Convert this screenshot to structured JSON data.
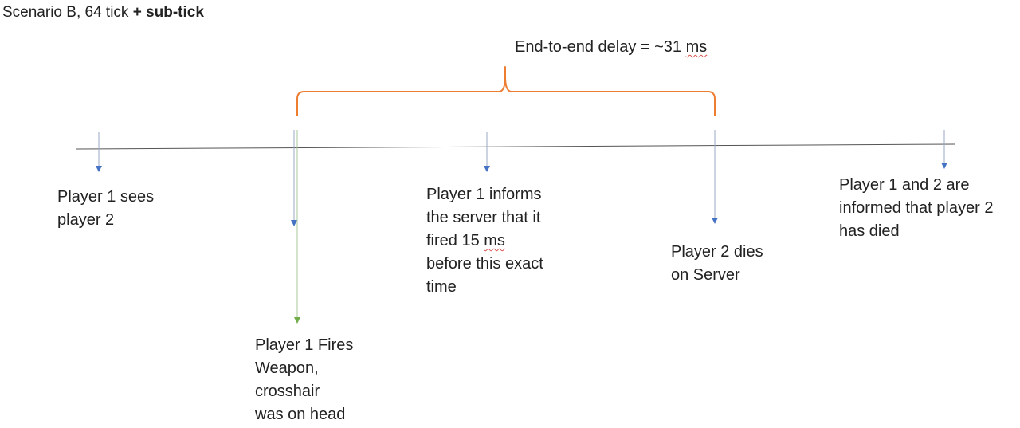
{
  "title": {
    "prefix": "Scenario B, 64 tick ",
    "bold": "+ sub-tick"
  },
  "delay_label": {
    "before": "End-to-end delay = ~31 ",
    "unit": "ms"
  },
  "events": [
    {
      "id": "sees",
      "lines": "Player 1 sees\nplayer 2"
    },
    {
      "id": "fires",
      "lines": "Player 1 Fires\nWeapon,\ncrosshair\nwas on head"
    },
    {
      "id": "informs",
      "before": "Player 1 informs\nthe server that it\nfired 15 ",
      "unit": "ms",
      "after": "\nbefore this exact\ntime"
    },
    {
      "id": "dies",
      "lines": "Player 2 dies\non Server"
    },
    {
      "id": "informed",
      "lines": "Player 1 and 2 are\ninformed that player 2\nhas died"
    }
  ],
  "colors": {
    "timeline": "#555555",
    "arrow_blue": "#4472c4",
    "arrow_green": "#70ad47",
    "bracket": "#ed7d31",
    "text": "#222222",
    "spellcheck": "#d9534f"
  }
}
